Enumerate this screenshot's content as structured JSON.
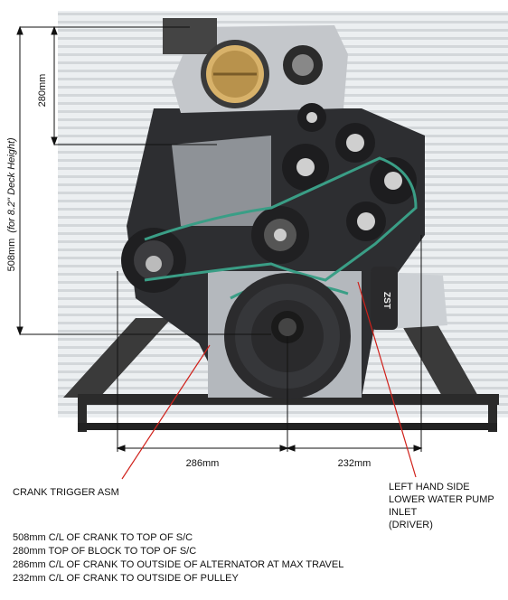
{
  "dimensions": {
    "height_280": "280mm",
    "height_508": "508mm",
    "deck_note": "(for 8.2\" Deck Height)",
    "width_286": "286mm",
    "width_232": "232mm"
  },
  "callouts": {
    "crank_trigger": "CRANK TRIGGER ASM",
    "water_pump": [
      "LEFT HAND SIDE",
      "LOWER WATER PUMP",
      "INLET",
      "(DRIVER)"
    ]
  },
  "legend": [
    "508mm C/L OF CRANK TO TOP OF S/C",
    "280mm TOP OF BLOCK TO TOP OF S/C",
    "286mm C/L OF CRANK TO OUTSIDE OF ALTERNATOR AT MAX TRAVEL",
    "232mm C/L OF CRANK TO OUTSIDE OF PULLEY"
  ],
  "part_labels": {
    "filter_brand": "ZST"
  },
  "colors": {
    "callout_line": "#d0201a",
    "dimension_line": "#111111",
    "belt_accent": "#3a9e86",
    "engine_dark": "#2a2a2c",
    "engine_metal": "#b9bcc0"
  }
}
